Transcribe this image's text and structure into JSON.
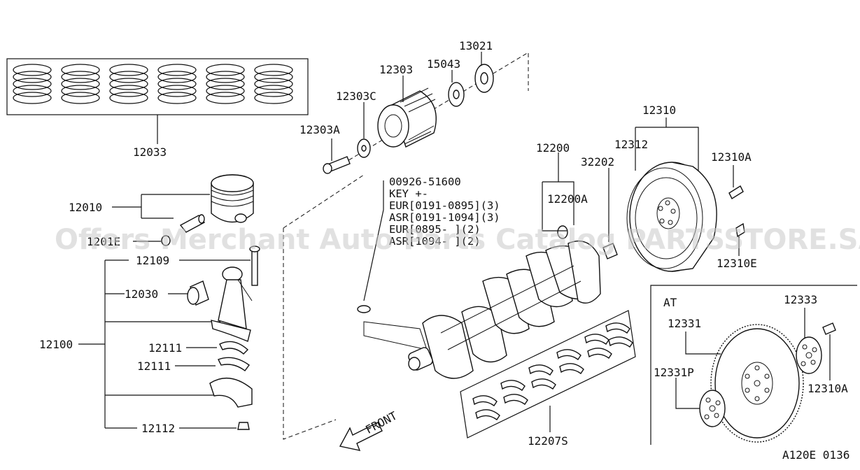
{
  "labels": {
    "p13021": "13021",
    "p12303": "12303",
    "p15043": "15043",
    "p12303C": "12303C",
    "p12303A": "12303A",
    "p12033": "12033",
    "p12010": "12010",
    "p1201E": "1201E",
    "p12109": "12109",
    "p12030": "12030",
    "p12100": "12100",
    "p12111a": "12111",
    "p12111b": "12111",
    "p12112": "12112",
    "p12200": "12200",
    "p12200A": "12200A",
    "p32202": "32202",
    "p12310": "12310",
    "p12312": "12312",
    "p12310A": "12310A",
    "p12310E": "12310E",
    "p12333": "12333",
    "p12331": "12331",
    "p12331P": "12331P",
    "p12310A_at": "12310A",
    "p12207S": "12207S"
  },
  "key_note": {
    "part_no": "00926-51600",
    "header": "KEY   +-",
    "line1": "EUR[0191-0895](3)",
    "line2": "ASR[0191-1094](3)",
    "line3": "EUR[0895-    ](2)",
    "line4": "ASR[1094-    ](2)"
  },
  "at_label": "AT",
  "front_label": "FRONT",
  "diagram_code": "A120E 0136",
  "watermark": "Offers Merchant Auto Parts Catalog PARTSSTORE.SA"
}
